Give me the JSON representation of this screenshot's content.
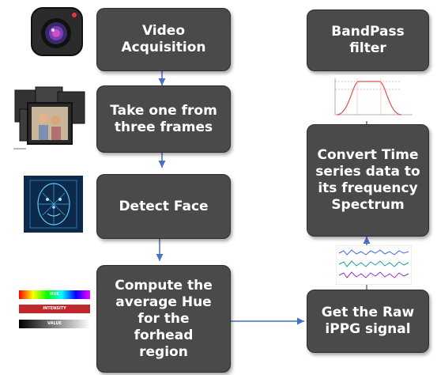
{
  "steps": {
    "video_acquisition": "Video\nAcquisition",
    "take_one_frame": "Take one from\nthree frames",
    "detect_face": "Detect Face",
    "compute_hue": "Compute the\naverage Hue\nfor the\nforhead\nregion",
    "get_raw_signal": "Get the Raw\niPPG signal",
    "convert_spectrum": "Convert Time\nseries data to\nits frequency\nSpectrum",
    "bandpass_filter": "BandPass\nfilter"
  },
  "hsv_labels": {
    "hue": "HUE",
    "intensity": "INTENSITY",
    "value": "VALUE"
  },
  "colors": {
    "box_fill": "#4a4a4a",
    "arrow": "#4472c4"
  }
}
